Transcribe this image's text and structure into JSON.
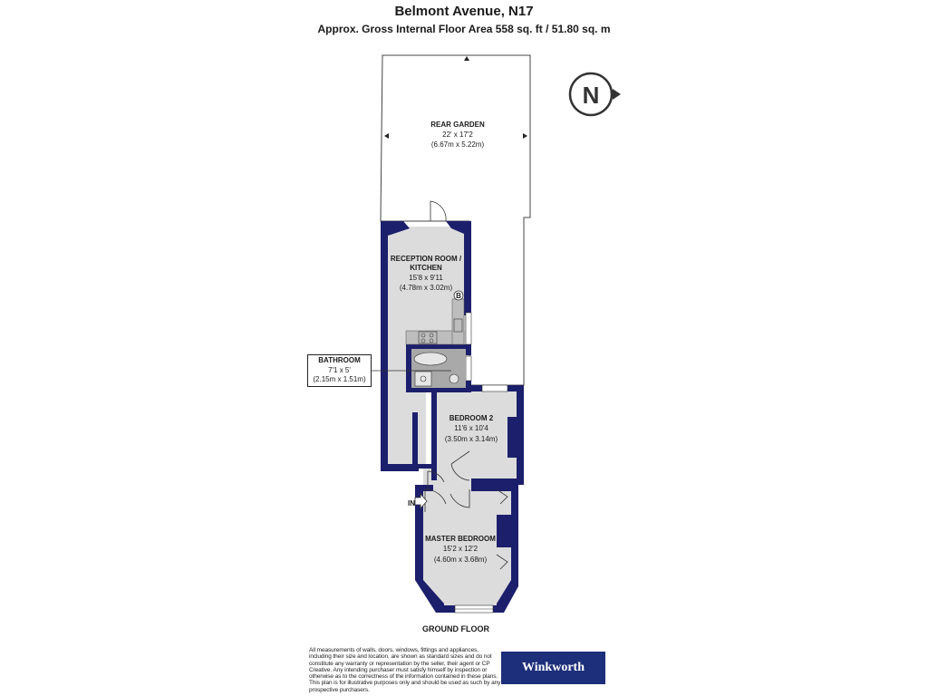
{
  "header": {
    "title": "Belmont Avenue, N17",
    "subtitle": "Approx. Gross Internal Floor Area 558 sq. ft / 51.80 sq. m"
  },
  "compass": {
    "letter": "N"
  },
  "rooms": {
    "rear_garden": {
      "name": "REAR GARDEN",
      "imperial": "22' x 17'2",
      "metric": "(6.67m x 5.22m)"
    },
    "reception": {
      "name_line1": "RECEPTION ROOM /",
      "name_line2": "KITCHEN",
      "imperial": "15'8 x 9'11",
      "metric": "(4.78m x 3.02m)"
    },
    "bathroom": {
      "name": "BATHROOM",
      "imperial": "7'1 x 5'",
      "metric": "(2.15m x 1.51m)"
    },
    "bedroom2": {
      "name": "BEDROOM 2",
      "imperial": "11'6 x 10'4",
      "metric": "(3.50m x 3.14m)"
    },
    "master": {
      "name": "MASTER BEDROOM",
      "imperial": "15'2 x 12'2",
      "metric": "(4.60m x 3.68m)"
    }
  },
  "markers": {
    "boiler": "B",
    "entrance": "IN"
  },
  "floor_label": "GROUND FLOOR",
  "disclaimer": "All measurements of walls, doors, windows, fittings and appliances, including their size and location, are shown as standard sizes and do not constitute any warranty or representation by the seller, their agent or CP Creative. Any intending purchaser must satisfy himself by inspection or otherwise as to the correctness of the information contained in these plans. This plan is for illustrative purposes only and should be used as such by any prospective purchasers.",
  "brand": {
    "name": "Winkworth",
    "color": "#1d2f7a"
  },
  "colors": {
    "wall": "#1c1f6b",
    "floor": "#dcdcdc",
    "fixture": "#bdbdbd"
  }
}
